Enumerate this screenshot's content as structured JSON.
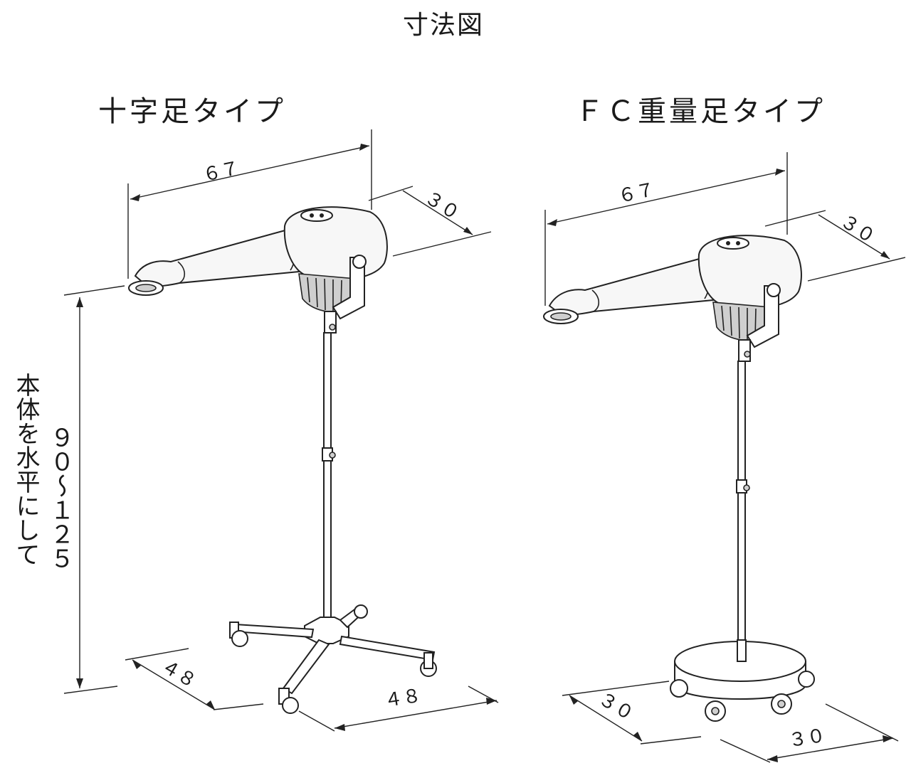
{
  "title": "寸法図",
  "left": {
    "title": "十字足タイプ",
    "width": "６７",
    "depth": "３０",
    "base_a": "４８",
    "base_b": "４８"
  },
  "right": {
    "title": "ＦＣ重量足タイプ",
    "width": "６７",
    "depth": "３０",
    "base_a": "３０",
    "base_b": "３０"
  },
  "height_line1": "本体を水平にして",
  "height_line2": "９０～１２５"
}
